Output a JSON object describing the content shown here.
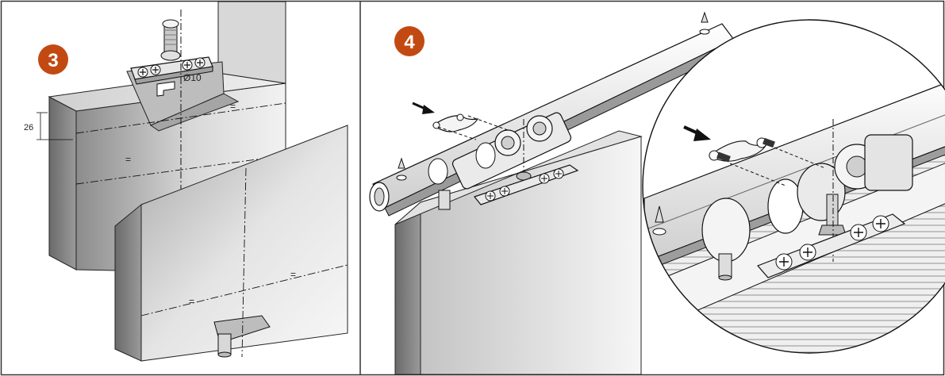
{
  "steps": [
    {
      "number": "3",
      "color": "#c24a12"
    },
    {
      "number": "4",
      "color": "#c24a12"
    }
  ],
  "labels": {
    "diameter": "Ø10",
    "height": "26",
    "equal": "="
  },
  "colors": {
    "frame": "#333333",
    "line": "#1a1a1a",
    "panel_dark": "#9a9a9a",
    "panel_light": "#f4f4f4",
    "metal": "#dcdcdc"
  }
}
